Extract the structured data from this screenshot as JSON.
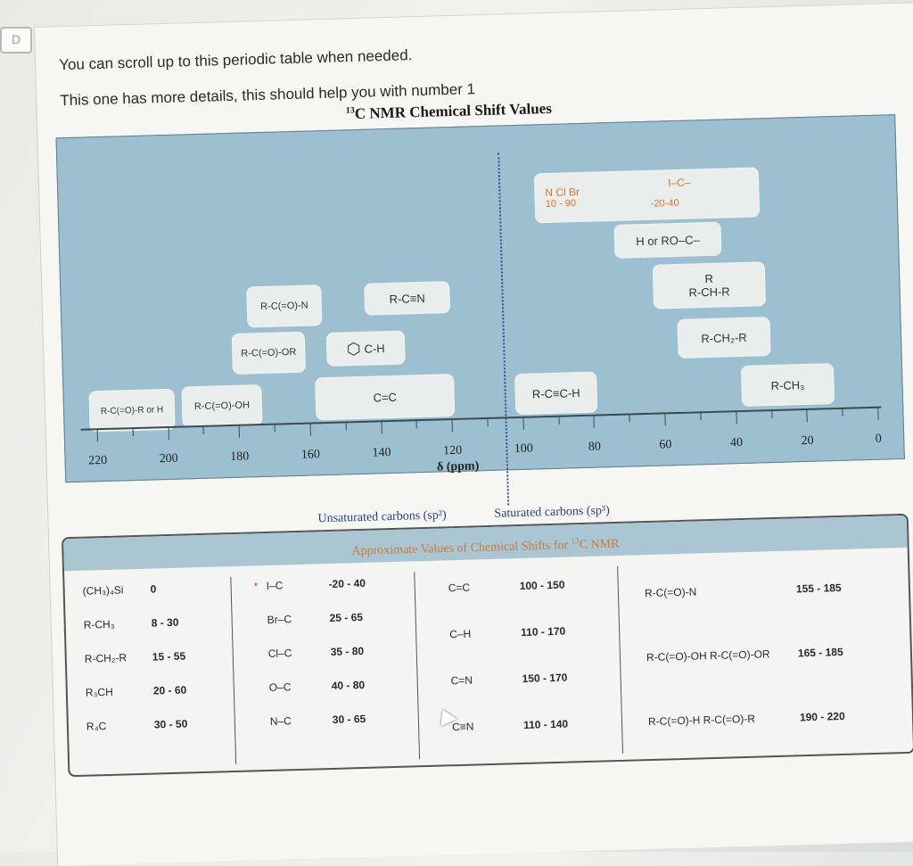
{
  "intro": {
    "line1": "You can scroll up to this periodic table when needed.",
    "line2": "This one has more details, this should help you with number 1"
  },
  "chart": {
    "title_sup": "13",
    "title_main": "C NMR Chemical Shift Values",
    "unit_label": "δ (ppm)",
    "unsaturated_label": "Unsaturated carbons (sp²)",
    "saturated_label": "Saturated carbons (sp³)",
    "ticks": [
      "220",
      "200",
      "180",
      "160",
      "140",
      "120",
      "100",
      "80",
      "60",
      "40",
      "20",
      "0"
    ],
    "chips": {
      "halogen_atoms": "N  Cl  Br",
      "halogen_range": "10 - 90",
      "iodo_range": "-20-40",
      "iodo_struct": "I–C–",
      "ether_struct": "H or RO–C–",
      "methine": "R-CH-R",
      "methine_top": "R",
      "methylene": "R-CH₂-R",
      "methyl": "R-CH₃",
      "alkyne": "R-C≡C-H",
      "nitrile": "R-C≡N",
      "aromatic": "C-H",
      "alkene": "C=C",
      "amide": "R-C(=O)-N",
      "ester": "R-C(=O)-OR",
      "acid": "R-C(=O)-OH",
      "aldehyde_ketone": "R-C(=O)-R or H"
    }
  },
  "table": {
    "header_pre": "Approximate Values of Chemical Shifts for ",
    "header_sup": "13",
    "header_post": "C NMR",
    "col1": [
      {
        "label": "(CH₃)₄Si",
        "value": "0"
      },
      {
        "label": "R-CH₃",
        "value": "8 - 30"
      },
      {
        "label": "R-CH₂-R",
        "value": "15 - 55"
      },
      {
        "label": "R₃CH",
        "value": "20 - 60"
      },
      {
        "label": "R₄C",
        "value": "30 - 50"
      }
    ],
    "col2_marker": "*",
    "col2": [
      {
        "label": "I–C",
        "value": "-20 - 40"
      },
      {
        "label": "Br–C",
        "value": "25 - 65"
      },
      {
        "label": "Cl–C",
        "value": "35 - 80"
      },
      {
        "label": "O–C",
        "value": "40 - 80"
      },
      {
        "label": "N–C",
        "value": "30 - 65"
      }
    ],
    "col3": [
      {
        "label": "C=C",
        "value": "100 - 150"
      },
      {
        "label": "C–H",
        "value": "110 - 170"
      },
      {
        "label": "C=N",
        "value": "150 - 170"
      },
      {
        "label": "C≡N",
        "value": "110 - 140"
      }
    ],
    "col4": [
      {
        "label": "R-C(=O)-N",
        "value": "155 - 185"
      },
      {
        "label": "R-C(=O)-OH   R-C(=O)-OR",
        "value": "165 - 185"
      },
      {
        "label": "R-C(=O)-H   R-C(=O)-R",
        "value": "190 - 220"
      }
    ]
  },
  "corner_icon_label": "D"
}
